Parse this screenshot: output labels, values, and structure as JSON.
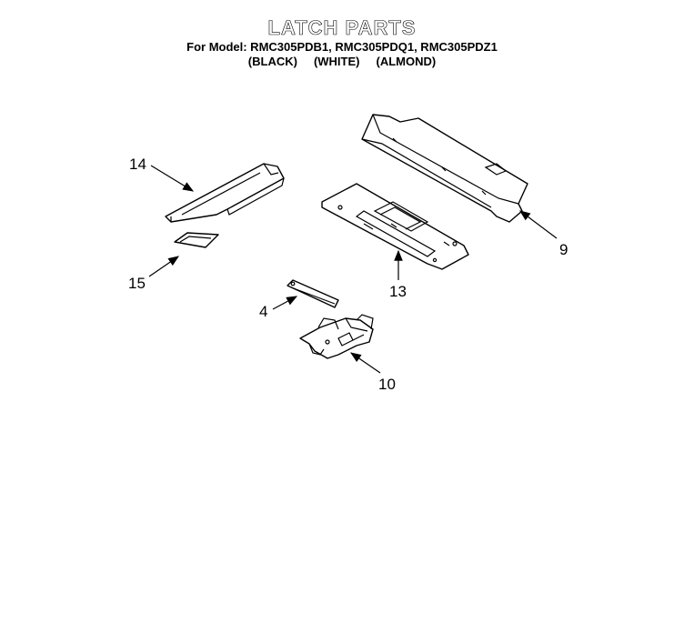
{
  "header": {
    "title": "LATCH PARTS",
    "models": "For Model: RMC305PDB1, RMC305PDQ1, RMC305PDZ1",
    "variants": [
      "(BLACK)",
      "(WHITE)",
      "(ALMOND)"
    ]
  },
  "callouts": {
    "p14": "14",
    "p15": "15",
    "p4": "4",
    "p13": "13",
    "p9": "9",
    "p10": "10"
  }
}
